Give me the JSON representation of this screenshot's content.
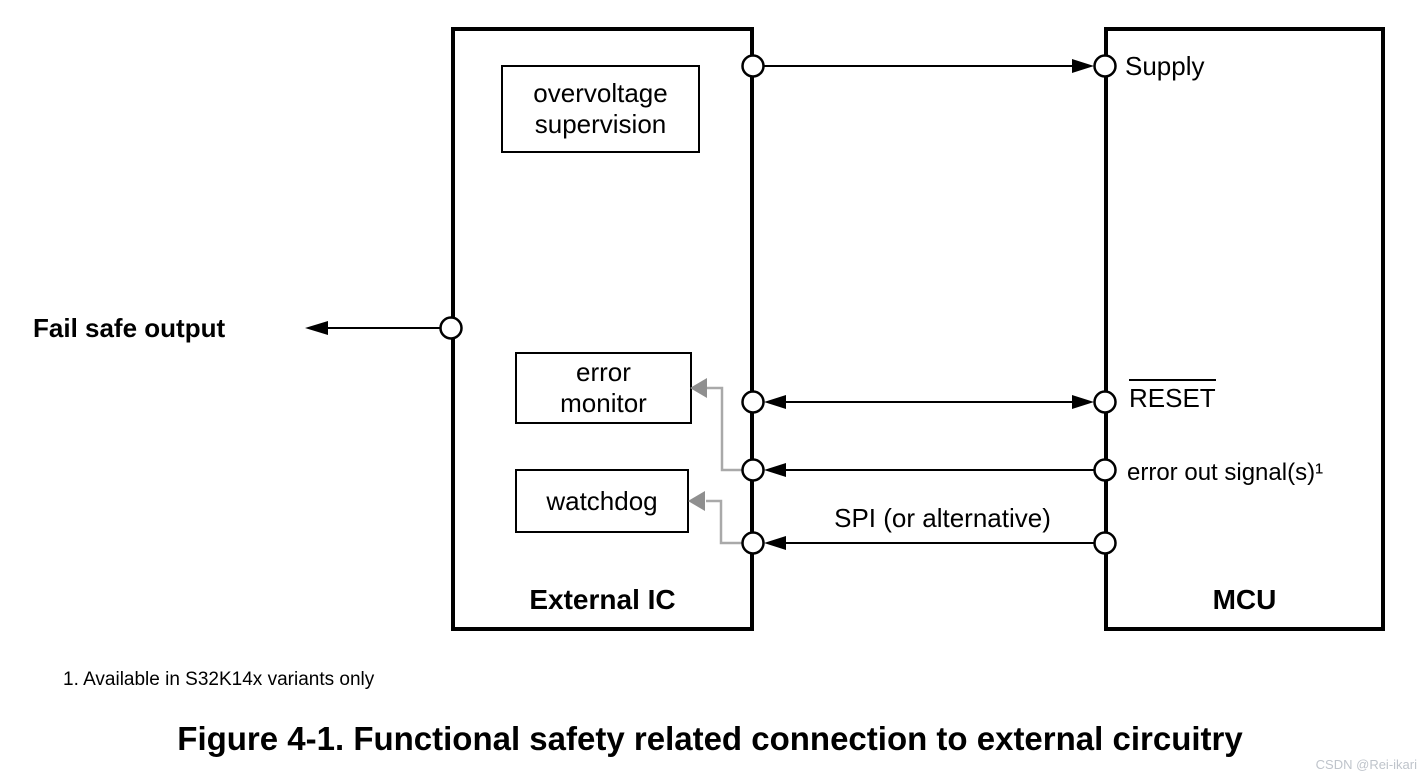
{
  "figure": {
    "footnote": "1. Available in S32K14x variants only",
    "caption": "Figure 4-1. Functional safety related connection to external circuitry",
    "watermark": "CSDN @Rei-ikari"
  },
  "external_ic": {
    "title": "External IC",
    "blocks": {
      "overvoltage_supervision": "overvoltage\nsupervision",
      "error_monitor": "error\nmonitor",
      "watchdog": "watchdog"
    },
    "outputs": {
      "fail_safe": "Fail safe output"
    }
  },
  "mcu": {
    "title": "MCU",
    "pins": {
      "supply": "Supply",
      "reset": "RESET",
      "error_out": "error out signal(s)¹"
    }
  },
  "buses": {
    "spi": "SPI (or alternative)"
  },
  "colors": {
    "line": "#000000",
    "connector_gray": "#8f8f8f",
    "connector_gray_line": "#a9a9a9",
    "watermark": "#bfc4cb"
  }
}
